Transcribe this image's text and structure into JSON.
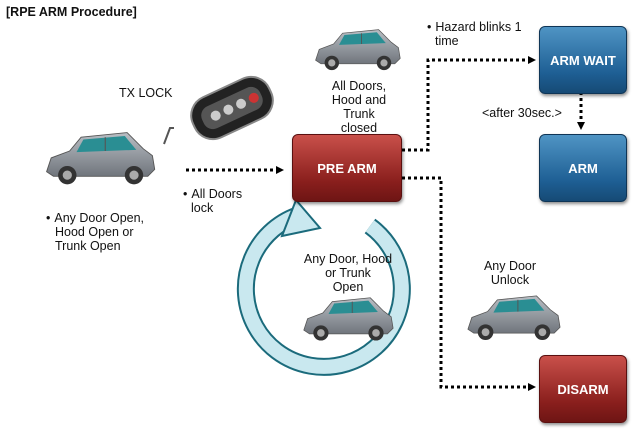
{
  "title": "[RPE ARM Procedure]",
  "nodes": {
    "pre_arm": "PRE ARM",
    "arm_wait": "ARM WAIT",
    "arm": "ARM",
    "disarm": "DISARM"
  },
  "labels": {
    "tx_lock": "TX LOCK",
    "all_doors_closed": [
      "All Doors,",
      "Hood and",
      "Trunk",
      "closed"
    ],
    "hazard": [
      "Hazard blinks 1",
      "time"
    ],
    "after_30": "<after 30sec.>",
    "all_doors_lock": [
      "All Doors",
      "lock"
    ],
    "any_open": [
      "Any Door Open,",
      "Hood Open or",
      "Trunk Open"
    ],
    "loop_open": [
      "Any Door, Hood",
      "or Trunk",
      "Open"
    ],
    "any_unlock": [
      "Any Door",
      "Unlock"
    ]
  },
  "colors": {
    "red_node": "#8a1f1d",
    "blue_node": "#1e5f94",
    "loop_arrow": "#c9e8ef",
    "car_body": "#8c9198",
    "car_glass": "#2a8e93"
  },
  "icons": [
    "car-icon",
    "key-fob-icon",
    "loop-arrow-icon"
  ]
}
